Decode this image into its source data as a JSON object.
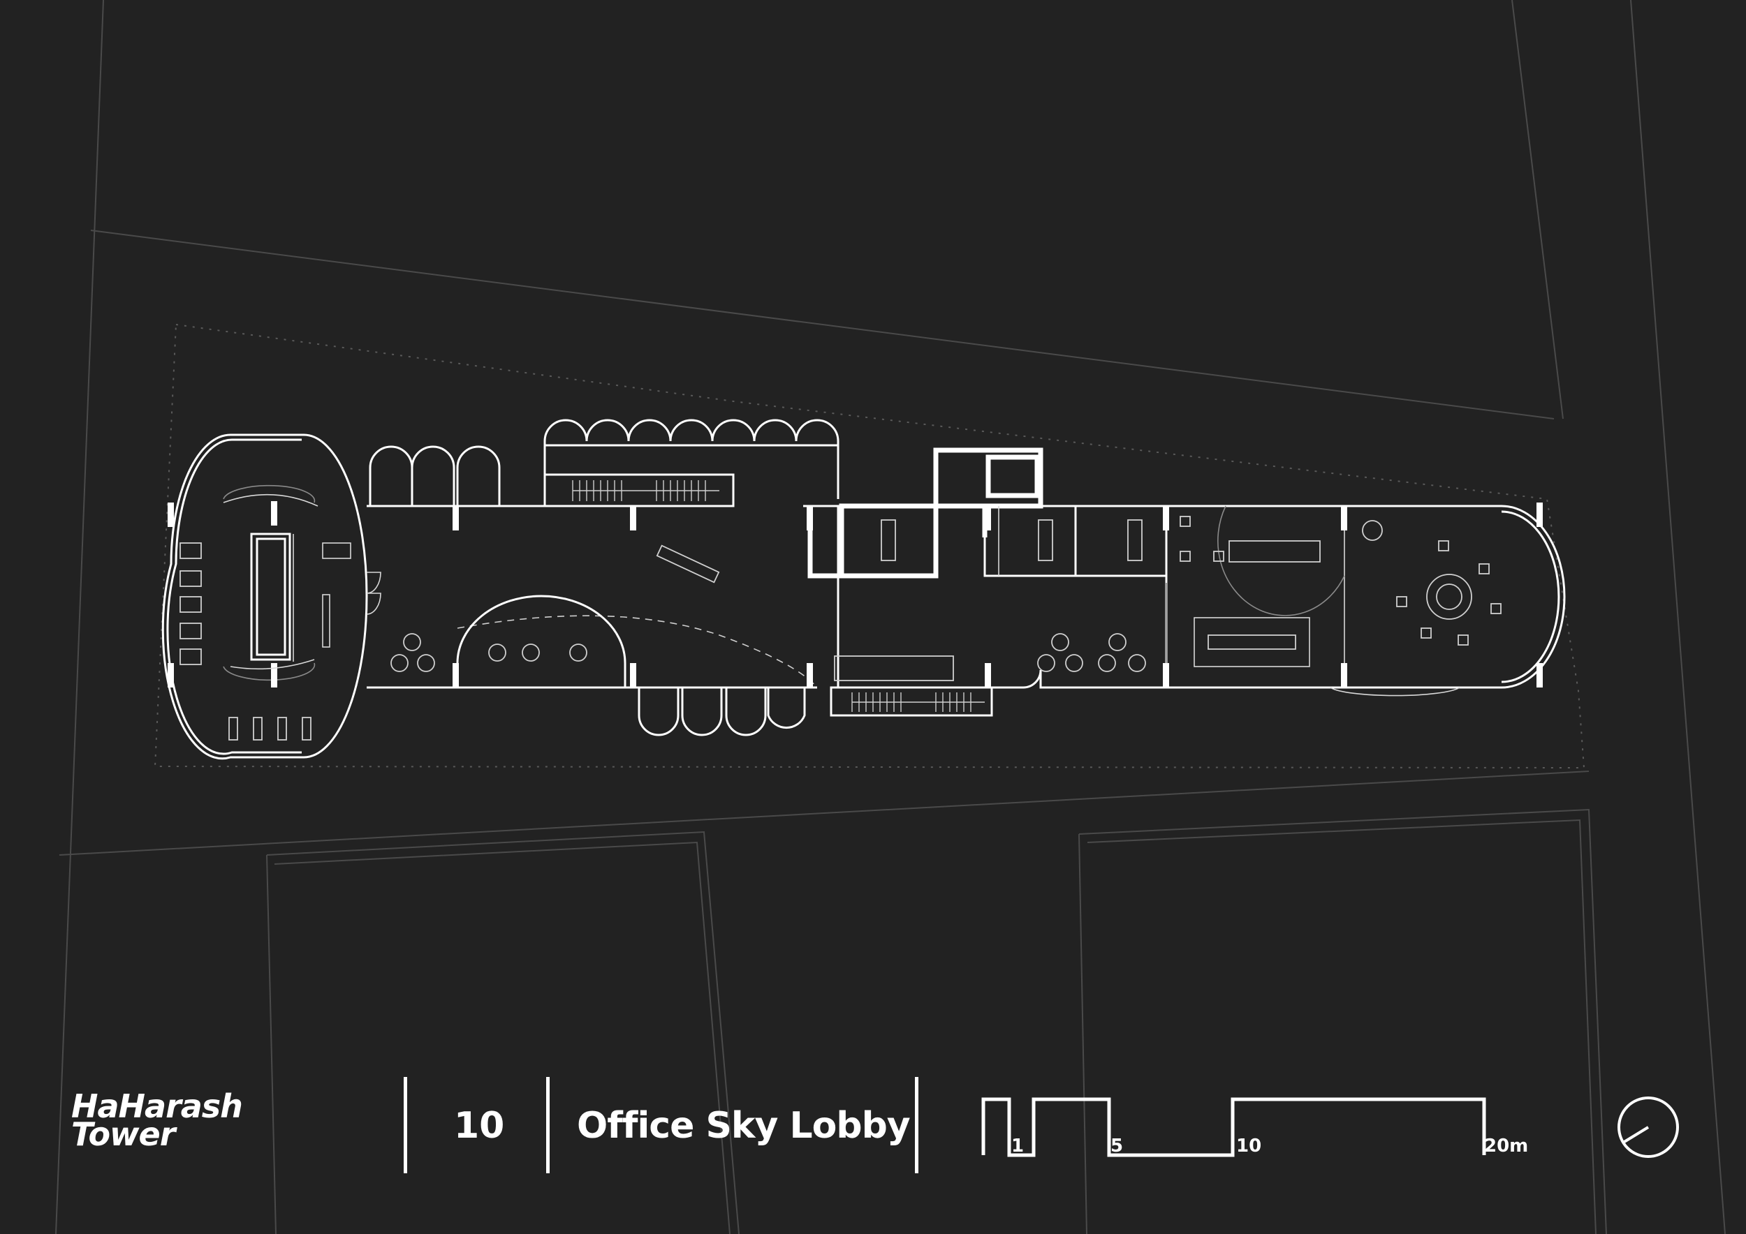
{
  "sheet": {
    "background": "#222222",
    "line_color": "#ffffff"
  },
  "title_block": {
    "project_line1": "HaHarash",
    "project_line2": "Tower",
    "sheet_number": "10",
    "sheet_name": "Office Sky Lobby"
  },
  "scale_bar": {
    "labels": [
      "1",
      "5",
      "10",
      "20m"
    ]
  },
  "icons": {
    "north_arrow": "north-arrow-icon"
  }
}
